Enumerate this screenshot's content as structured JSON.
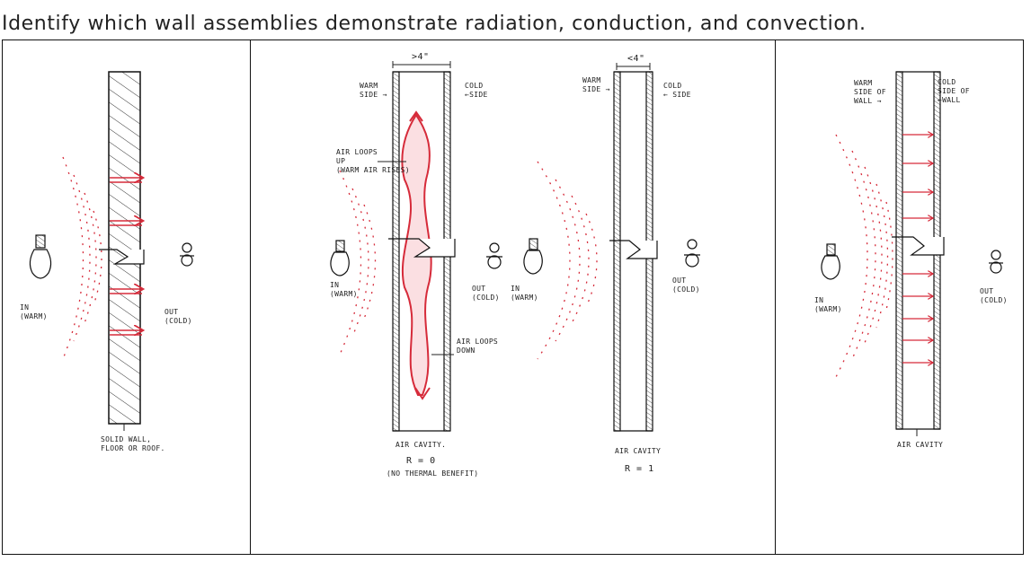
{
  "title": "Identify which wall assemblies demonstrate radiation, conduction, and convection.",
  "colors": {
    "ink": "#111111",
    "heat": "#d62b3a",
    "heat_fill": "#f4a3ab"
  },
  "panels": [
    {
      "warm": "IN\n(WARM)",
      "cold": "OUT\n(COLD)",
      "note": "SOLID WALL,\nFLOOR OR ROOF."
    },
    {
      "width_label": ">4\"",
      "warm_side": "WARM\nSIDE →",
      "cold_side": "COLD\n←SIDE",
      "loops_up": "AIR LOOPS\nUP\n(WARM AIR RISES)",
      "loops_down": "AIR LOOPS\nDOWN",
      "warm": "IN\n(WARM)",
      "cold": "OUT\n(COLD)",
      "cavity": "AIR CAVITY.",
      "r_value": "R = 0",
      "benefit": "(NO THERMAL BENEFIT)"
    },
    {
      "width_label": "<4\"",
      "warm_side": "WARM\nSIDE →",
      "cold_side": "COLD\n← SIDE",
      "warm": "IN\n(WARM)",
      "cold": "OUT\n(COLD)",
      "cavity": "AIR CAVITY",
      "r_value": "R = 1"
    },
    {
      "warm_side": "WARM\nSIDE OF\nWALL →",
      "cold_side": "COLD\nSIDE OF\n←WALL",
      "warm": "IN\n(WARM)",
      "cold": "OUT\n(COLD)",
      "cavity": "AIR CAVITY"
    }
  ]
}
